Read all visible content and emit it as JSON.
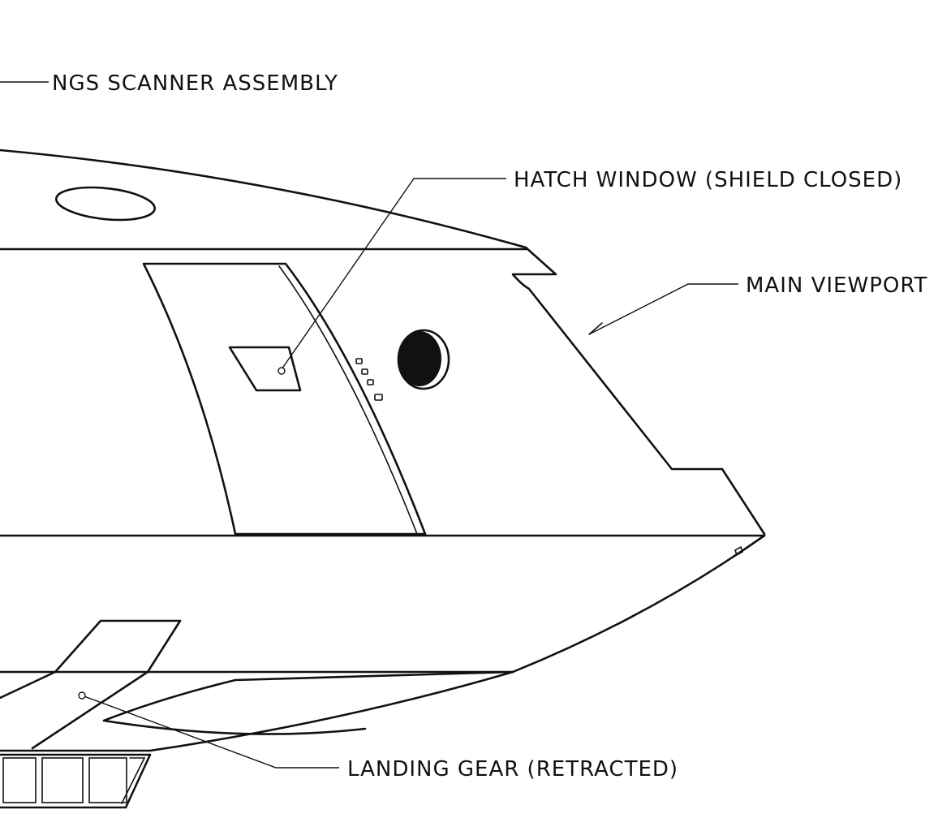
{
  "callouts": {
    "scanner": "NGS SCANNER ASSEMBLY",
    "hatch_window": "HATCH WINDOW (SHIELD CLOSED)",
    "main_viewport": "MAIN VIEWPORT",
    "landing_gear": "LANDING GEAR (RETRACTED)"
  }
}
